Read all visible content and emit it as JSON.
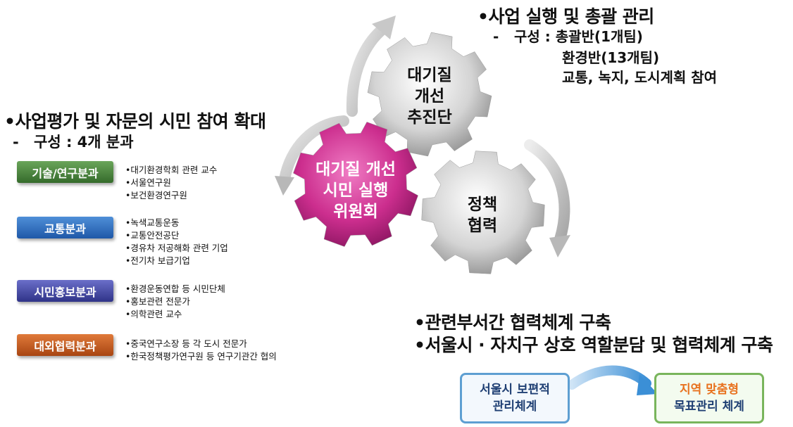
{
  "left_panel": {
    "heading": "•사업평가 및 자문의 시민 참여 확대",
    "sub_dash": "-",
    "sub": "구성 : 4개 분과",
    "groups": [
      {
        "label": "기술/연구분과",
        "color": "#4a8a3e",
        "members": [
          "•대기환경학회 관련 교수",
          "•서울연구원",
          "•보건환경연구원"
        ]
      },
      {
        "label": "교통분과",
        "color": "#3573c0",
        "members": [
          "•녹색교통운동",
          "•교통안전공단",
          "•경유차 저공해화 관련 기업",
          "•전기차 보급기업"
        ]
      },
      {
        "label": "시민홍보분과",
        "color": "#45489f",
        "members": [
          "•환경운동연합 등 시민단체",
          "•홍보관련 전문가",
          "•의학관련 교수"
        ]
      },
      {
        "label": "대외협력분과",
        "color": "#c45a20",
        "members": [
          "•중국연구소장 등 각 도시 전문가",
          "•한국정책평가연구원 등 연구기관간 협의"
        ]
      }
    ]
  },
  "top_right": {
    "heading": "•사업 실행 및 총괄 관리",
    "sub_dash": "-",
    "sub": "구성 : 총괄반(1개팀)",
    "line2": "환경반(13개팀)",
    "line3": "교통, 녹지, 도시계획 참여"
  },
  "gears": {
    "top": [
      "대기질",
      "개선",
      "추진단"
    ],
    "center": [
      "대기질 개선",
      "시민 실행",
      "위원회"
    ],
    "right": [
      "정책",
      "협력"
    ]
  },
  "bottom_right": {
    "line1": "•관련부서간 협력체계 구축",
    "line2": "•서울시 · 자치구 상호 역할분담 및 협력체계 구축",
    "box_from": [
      "서울시 보편적",
      "관리체계"
    ],
    "box_to": [
      "지역 맞춤형",
      "목표관리 체계"
    ]
  },
  "colors": {
    "center_gear": "#cc2e8e",
    "side_gears": "#c9c9c9",
    "arrow": "#bdbdbd",
    "box_from_border": "#5e9fd2",
    "box_to_border": "#79b55c",
    "box_to_accent": "#e8721f"
  }
}
